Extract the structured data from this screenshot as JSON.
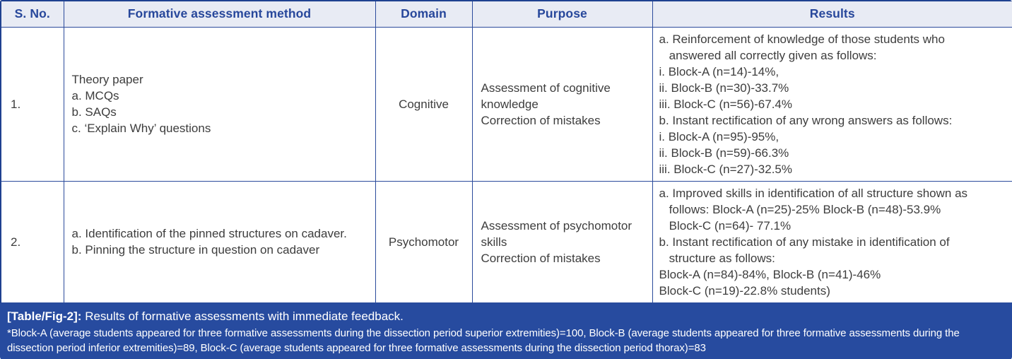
{
  "colors": {
    "header_bg": "#e8ebf4",
    "accent_blue": "#27479b",
    "border_blue": "#2b4b9c",
    "outer_border_blue": "#1f4190",
    "body_text": "#3d3d3d",
    "footer_bg": "#274b9f",
    "footer_text": "#ffffff"
  },
  "table": {
    "columns": [
      "S. No.",
      "Formative assessment method",
      "Domain",
      "Purpose",
      "Results"
    ],
    "rows": [
      {
        "sno": "1.",
        "method": "Theory paper\na. MCQs\nb. SAQs\nc. ‘Explain Why’ questions",
        "domain": "Cognitive",
        "purpose": "Assessment of cognitive knowledge\nCorrection of mistakes",
        "results": "a. Reinforcement of knowledge of those students who\n   answered all correctly given as follows:\ni. Block-A (n=14)-14%,\nii. Block-B (n=30)-33.7%\niii. Block-C (n=56)-67.4%\nb. Instant rectification of any wrong answers as follows:\ni. Block-A (n=95)-95%,\nii. Block-B (n=59)-66.3%\niii. Block-C (n=27)-32.5%"
      },
      {
        "sno": "2.",
        "method": "a. Identification of the pinned structures on cadaver.\nb. Pinning the structure in question on cadaver",
        "domain": "Psychomotor",
        "purpose": "Assessment of psychomotor skills\nCorrection of mistakes",
        "results": "a. Improved skills in identification of all structure shown as\n   follows: Block-A (n=25)-25% Block-B (n=48)-53.9%\n   Block-C (n=64)- 77.1%\nb. Instant rectification of any mistake in identification of\n   structure as follows:\nBlock-A (n=84)-84%, Block-B (n=41)-46%\nBlock-C (n=19)-22.8% students)"
      }
    ]
  },
  "caption": {
    "label": "[Table/Fig-2]:",
    "text": "Results of formative assessments with immediate feedback."
  },
  "footnote": "*Block-A (average students appeared for three formative assessments during the dissection period superior extremities)=100, Block-B (average students appeared for three formative assessments during the dissection period inferior extremities)=89, Block-C (average students appeared for three formative assessments during the dissection period thorax)=83"
}
